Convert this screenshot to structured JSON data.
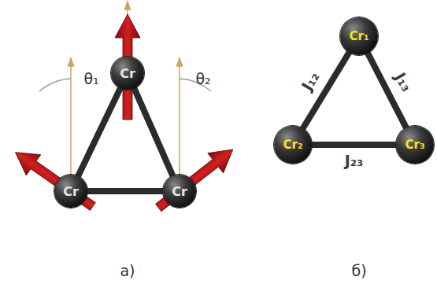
{
  "diagram": {
    "nodes": [
      {
        "text": [
          "Cr"
        ]
      },
      {
        "text": [
          "Cr"
        ]
      },
      {
        "text": [
          "Cr"
        ]
      },
      {
        "text": [
          "Cr₁"
        ]
      },
      {
        "text": [
          "Cr₂"
        ]
      },
      {
        "text": [
          "Cr₃"
        ]
      }
    ],
    "edges": [
      {
        "from": 0,
        "to": 1,
        "arrow": "none"
      },
      {
        "from": 0,
        "to": 2,
        "arrow": "none"
      },
      {
        "from": 1,
        "to": 2,
        "arrow": "none"
      },
      {
        "from": 3,
        "to": 4,
        "label": "J₁₂",
        "arrow": "none"
      },
      {
        "from": 3,
        "to": 5,
        "label": "J₁₃",
        "arrow": "none"
      },
      {
        "from": 4,
        "to": 5,
        "label": "J₂₃",
        "arrow": "none"
      }
    ],
    "labels": [
      "θ₁",
      "θ₂",
      "а)",
      "б)"
    ]
  }
}
